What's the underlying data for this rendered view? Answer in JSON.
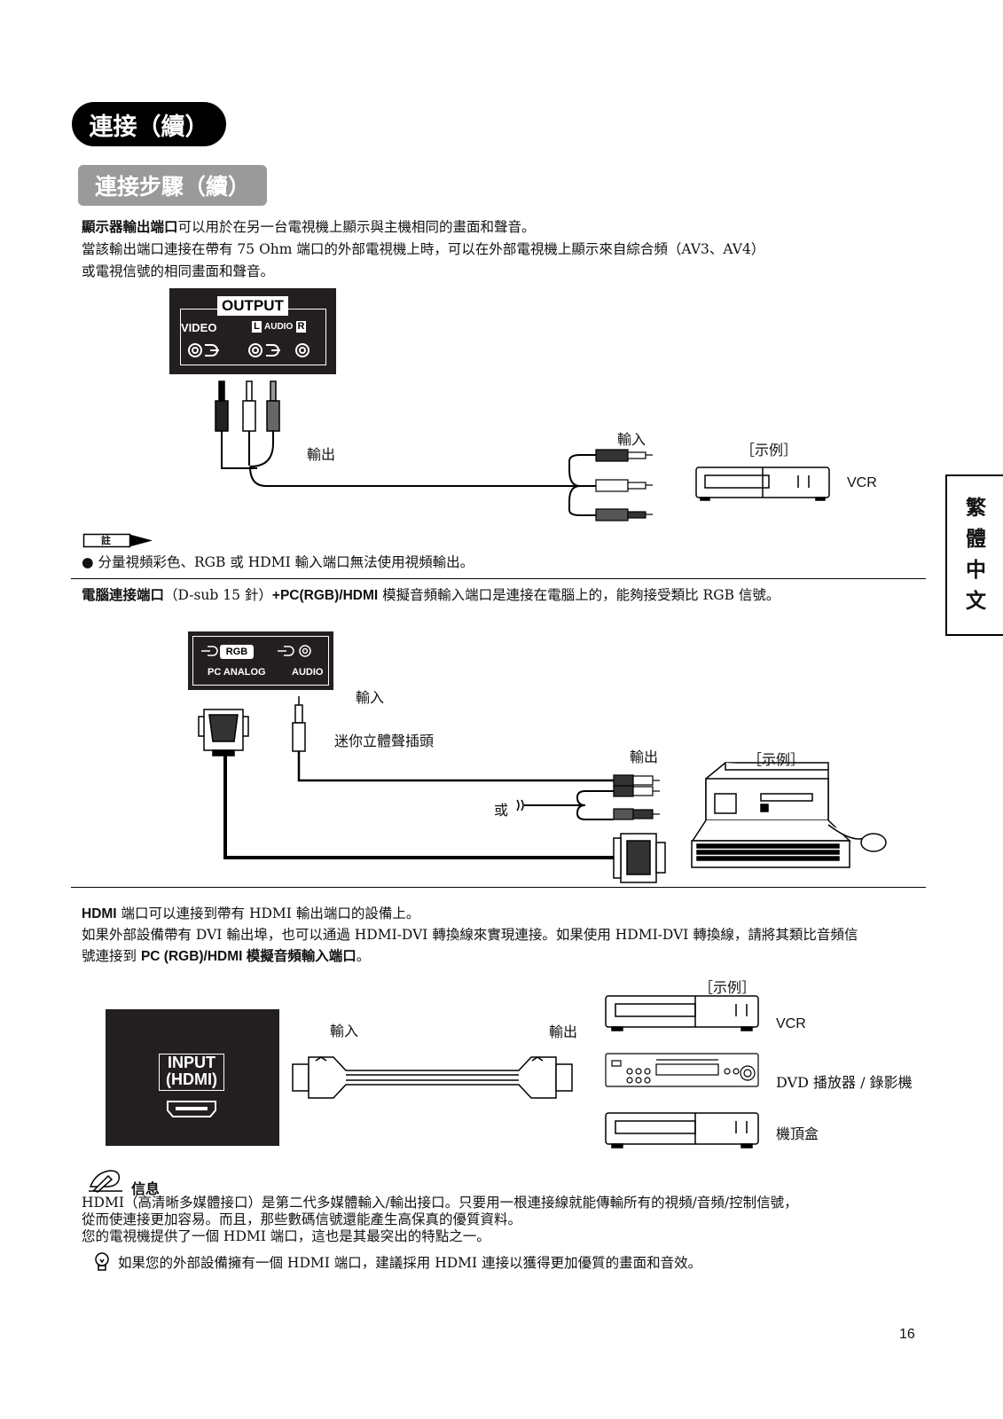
{
  "header": {
    "section_title": "連接（續）",
    "subsection_title": "連接步驟（續）"
  },
  "side_tab": {
    "chars": [
      "繁",
      "體",
      "中",
      "文"
    ]
  },
  "monitor_out": {
    "para1_bold": "顯示器輸出端口",
    "para1_rest": "可以用於在另一台電視機上顯示與主機相同的畫面和聲音。",
    "para2": "當該輸出端口連接在帶有 75 Ohm 端口的外部電視機上時，可以在外部電視機上顯示來自綜合頻（AV3、AV4）",
    "para3": "或電視信號的相同畫面和聲音。",
    "panel": {
      "title": "OUTPUT",
      "video": "VIDEO",
      "audio_l": "L",
      "audio": "AUDIO",
      "audio_r": "R"
    },
    "label_output": "輸出",
    "label_input": "輸入",
    "label_example": "［示例］",
    "label_vcr": "VCR"
  },
  "note": {
    "badge": "註",
    "text": "● 分量視頻彩色、RGB 或 HDMI 輸入端口無法使用視頻輸出。"
  },
  "pc_in": {
    "para_bold": "電腦連接端口",
    "para_mid": "（D-sub 15 針）",
    "para_bold2": "+PC(RGB)/HDMI",
    "para_rest": " 模擬音頻輸入端口是連接在電腦上的，能夠接受類比 RGB 信號。",
    "panel": {
      "rgb": "RGB",
      "pc_analog": "PC ANALOG",
      "audio": "AUDIO"
    },
    "label_input": "輸入",
    "label_mini_plug": "迷你立體聲插頭",
    "label_output": "輸出",
    "label_example": "［示例］",
    "label_or": "或"
  },
  "hdmi": {
    "para1_bold": "HDMI",
    "para1_rest": " 端口可以連接到帶有 HDMI 輸出端口的設備上。",
    "para2": "如果外部設備帶有 DVI 輸出埠，也可以通過 HDMI-DVI 轉換線來實現連接。如果使用 HDMI-DVI 轉換線，請將其類比音頻信",
    "para3_pre": "號連接到 ",
    "para3_bold": "PC (RGB)/HDMI 模擬音頻輸入端口",
    "para3_post": "。",
    "label_example": "［示例］",
    "label_input": "輸入",
    "label_output": "輸出",
    "panel_line1": "INPUT",
    "panel_line2": "(HDMI)",
    "devices": [
      "VCR",
      "DVD 播放器 / 錄影機",
      "機頂盒"
    ]
  },
  "info": {
    "heading": "信息",
    "line1": "HDMI（高清晰多媒體接口）是第二代多媒體輸入/輸出接口。只要用一根連接線就能傳輸所有的視頻/音頻/控制信號，",
    "line2": "從而使連接更加容易。而且，那些數碼信號還能產生高保真的優質資料。",
    "line3": "您的電視機提供了一個 HDMI 端口，這也是其最突出的特點之一。",
    "tip": "如果您的外部設備擁有一個 HDMI 端口，建議採用 HDMI 連接以獲得更加優質的畫面和音效。"
  },
  "footer": {
    "page_number": "16"
  }
}
